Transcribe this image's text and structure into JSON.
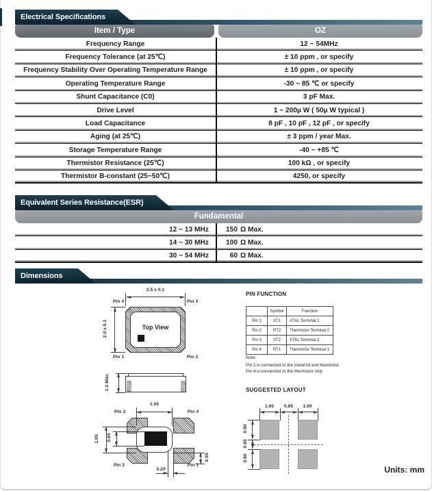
{
  "colors": {
    "header_navy": "#0d2834",
    "header_bar_blue": "#5d8397",
    "cell_gray_dark": "#6d7177",
    "cell_gray_light": "#95989d"
  },
  "sections": {
    "electrical": {
      "title": "Electrical Specifications"
    },
    "esr": {
      "title": "Equivalent Series Resistance(ESR)"
    },
    "dimensions": {
      "title": "Dimensions"
    }
  },
  "spec_table": {
    "col1_header": "Item / Type",
    "col2_header": "OZ",
    "rows": [
      {
        "item": "Frequency Range",
        "value": "12 ~ 54MHz"
      },
      {
        "item": "Frequency Tolerance (at 25℃)",
        "value": "± 10 ppm , or specify"
      },
      {
        "item": "Frequency Stability Over Operating Temperature Range",
        "value": "± 10 ppm , or specify"
      },
      {
        "item": "Operating Temperature Range",
        "value": "-30 ~ 85 ℃ or specify"
      },
      {
        "item": "Shunt Capacitance (C0)",
        "value": "3 pF Max."
      },
      {
        "item": "Drive Level",
        "value": "1 ~ 200µ W ( 50µ W typical )"
      },
      {
        "item": "Load Capacitance",
        "value": "8 pF , 10 pF , 12 pF , or specify"
      },
      {
        "item": "Aging (at 25℃)",
        "value": "± 3 ppm / year Max."
      },
      {
        "item": "Storage Temperature Range",
        "value": "-40 ~ +85 ℃"
      },
      {
        "item": "Thermistor Resistance (25℃)",
        "value": "100 kΩ , or specify"
      },
      {
        "item": "Thermistor B-constant (25~50℃)",
        "value": "4250, or specify"
      }
    ]
  },
  "esr_table": {
    "header": "Fundamental",
    "rows": [
      {
        "range": "12 ~ 13 MHz",
        "num": "150",
        "unit": "Ω Max."
      },
      {
        "range": "14 ~ 30 MHz",
        "num": "100",
        "unit": "Ω Max."
      },
      {
        "range": "30 ~ 54 MHz",
        "num": "60",
        "unit": "Ω Max."
      }
    ]
  },
  "dims": {
    "top_view": {
      "width_label": "2.5 ± 0.1",
      "height_label": "2.0 ± 0.1",
      "label": "Top View",
      "pin_tl": "Pin 4",
      "pin_tr": "Pin 3",
      "pin_bl": "Pin 1",
      "pin_br": "Pin 2"
    },
    "side_view": {
      "height_label": "1.0 Max."
    },
    "bottom_view": {
      "top_label": "1.55",
      "left_outer": "1.05",
      "left_inner": "0.65",
      "right_label": "0.55",
      "bottom_label": "0.20",
      "pin_tl": "Pin 3",
      "pin_tr": "Pin 4",
      "pin_bl": "Pin 2",
      "pin_br": "Pin 1"
    },
    "pin_function": {
      "title": "PIN FUNCTION",
      "headers": [
        "",
        "Symbol",
        "Function"
      ],
      "rows": [
        [
          "Pin 1",
          "XT1",
          "XTAL Terminal 1"
        ],
        [
          "Pin 2",
          "RT2",
          "Thermistor Terminal 2"
        ],
        [
          "Pin 3",
          "XT2",
          "XTAL Terminal 2"
        ],
        [
          "Pin 4",
          "RT1",
          "Thermistor Terminal 1"
        ]
      ],
      "note_title": "Note:",
      "notes": [
        "Pin 2 is connected to the metal lid and thermistor",
        "Pin 4 is connected to the thermistor only"
      ]
    },
    "suggested_layout": {
      "title": "SUGGESTED LAYOUT",
      "top_labels": [
        "1.00",
        "0.85",
        "1.00"
      ],
      "left_labels": [
        "0.90",
        "0.65",
        "0.90"
      ]
    },
    "units": "Units: mm"
  }
}
